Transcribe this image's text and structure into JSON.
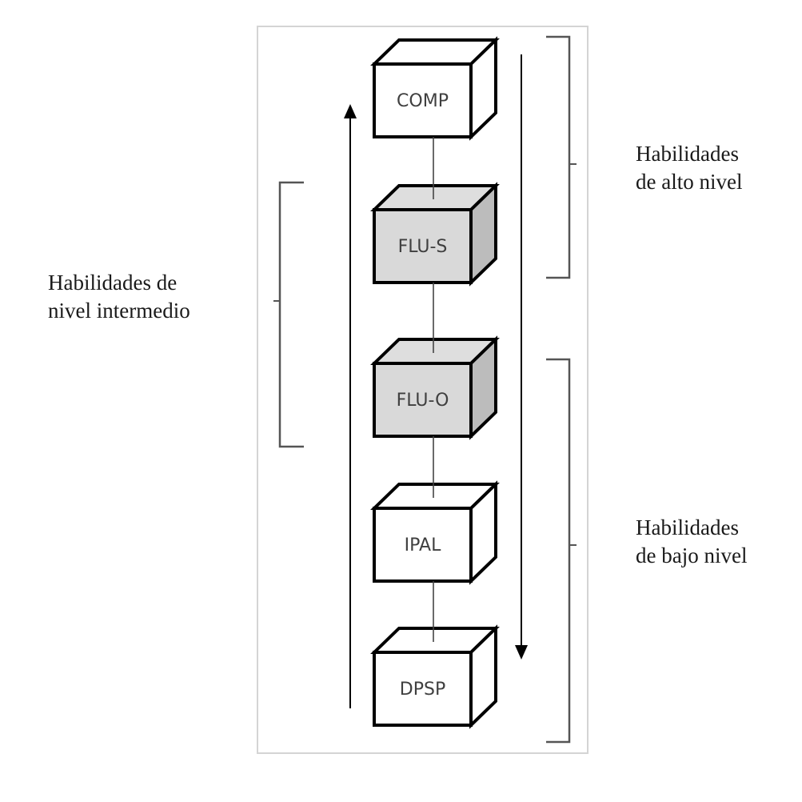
{
  "diagram": {
    "title": "",
    "nodes": [
      {
        "id": "comp",
        "label": "COMP",
        "shaded": false
      },
      {
        "id": "flu-s",
        "label": "FLU-S",
        "shaded": true
      },
      {
        "id": "flu-o",
        "label": "FLU-O",
        "shaded": true
      },
      {
        "id": "ipal",
        "label": "IPAL",
        "shaded": false
      },
      {
        "id": "dpsp",
        "label": "DPSP",
        "shaded": false
      }
    ],
    "edges": [
      {
        "from": "comp",
        "to": "flu-s"
      },
      {
        "from": "flu-s",
        "to": "flu-o"
      },
      {
        "from": "flu-o",
        "to": "ipal"
      },
      {
        "from": "ipal",
        "to": "dpsp"
      }
    ],
    "arrows": [
      {
        "id": "bottom-up",
        "direction": "up",
        "from": "dpsp",
        "to": "comp"
      },
      {
        "id": "top-down",
        "direction": "down",
        "from": "comp",
        "to": "dpsp"
      }
    ],
    "groups": [
      {
        "id": "high-level",
        "side": "right",
        "lines": [
          "Habilidades",
          "de alto nivel"
        ],
        "members": [
          "comp",
          "flu-s"
        ]
      },
      {
        "id": "intermediate-level",
        "side": "left",
        "lines": [
          "Habilidades de",
          "nivel intermedio"
        ],
        "members": [
          "flu-s",
          "flu-o"
        ]
      },
      {
        "id": "low-level",
        "side": "right",
        "lines": [
          "Habilidades",
          "de bajo nivel"
        ],
        "members": [
          "flu-o",
          "ipal",
          "dpsp"
        ]
      }
    ],
    "colors": {
      "cube_stroke": "#000000",
      "plain_front": "#ffffff",
      "plain_top": "#ffffff",
      "plain_side": "#ffffff",
      "shaded_front": "#d9d9d9",
      "shaded_top": "#dedede",
      "shaded_side": "#bcbcbc",
      "bracket": "#555555",
      "frame": "#d4d4d4",
      "arrow": "#000000"
    }
  }
}
